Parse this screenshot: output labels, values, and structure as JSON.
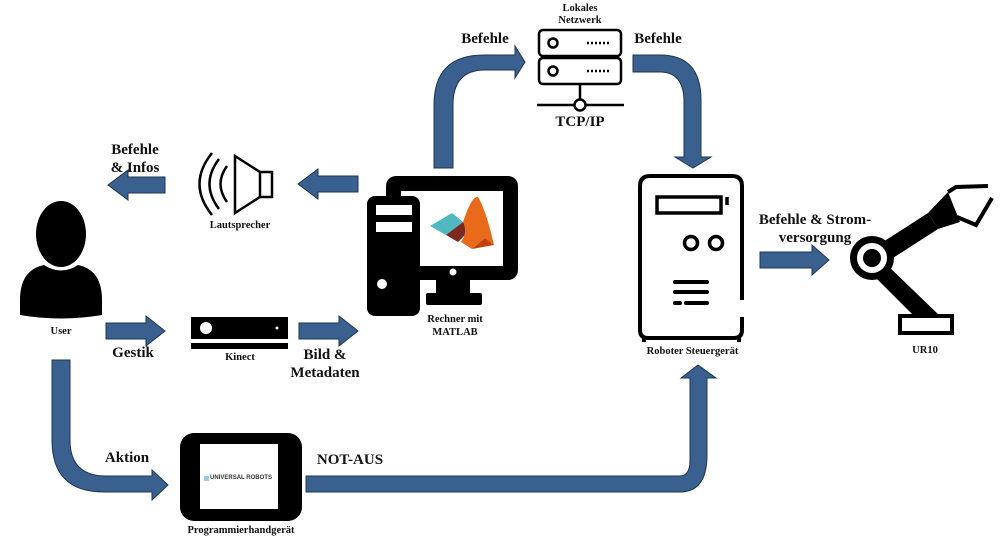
{
  "diagram": {
    "arrow_color": "#3a6090",
    "arrow_stroke": "#1f3650",
    "nodes": {
      "user": "User",
      "speaker": "Lautsprecher",
      "kinect": "Kinect",
      "computer_line1": "Rechner mit",
      "computer_line2": "MATLAB",
      "network_line1": "Lokales",
      "network_line2": "Netzwerk",
      "network_protocol": "TCP/IP",
      "controller": "Roboter Steuergerät",
      "robot": "UR10",
      "pendant": "Programmierhandgerät",
      "pendant_screen_text": "UNIVERSAL ROBOTS"
    },
    "edges": {
      "speaker_to_user_line1": "Befehle",
      "speaker_to_user_line2": "& Infos",
      "user_to_kinect": "Gestik",
      "kinect_to_computer_line1": "Bild &",
      "kinect_to_computer_line2": "Metadaten",
      "computer_to_network": "Befehle",
      "network_to_controller": "Befehle",
      "controller_to_robot_line1": "Befehle & Strom-",
      "controller_to_robot_line2": "versorgung",
      "user_to_pendant": "Aktion",
      "pendant_to_controller": "NOT-AUS"
    }
  }
}
